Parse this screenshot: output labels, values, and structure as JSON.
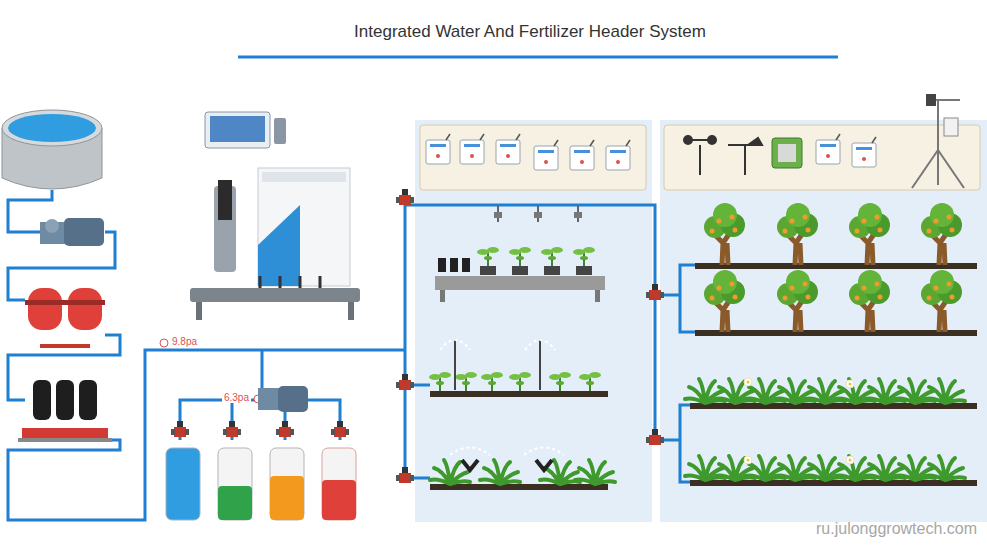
{
  "diagram": {
    "title": "Integrated Water And Fertilizer Header System",
    "labels": [
      "9.8pa",
      "6.3pa",
      "ru.julonggrowtech.com"
    ]
  }
}
